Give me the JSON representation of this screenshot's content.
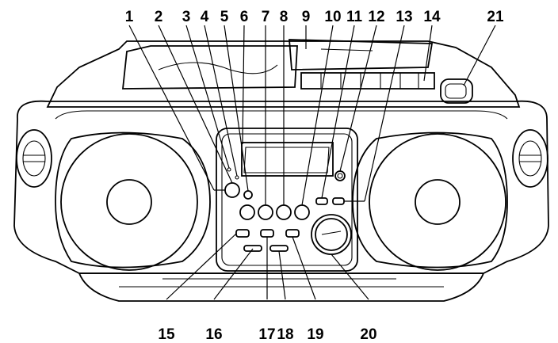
{
  "diagram": {
    "callouts_top": [
      "1",
      "2",
      "3",
      "4",
      "5",
      "6",
      "7",
      "8",
      "9",
      "10",
      "11",
      "12",
      "13",
      "14",
      "21"
    ],
    "callouts_bottom": [
      "15",
      "16",
      "17",
      "18",
      "19",
      "20"
    ]
  }
}
